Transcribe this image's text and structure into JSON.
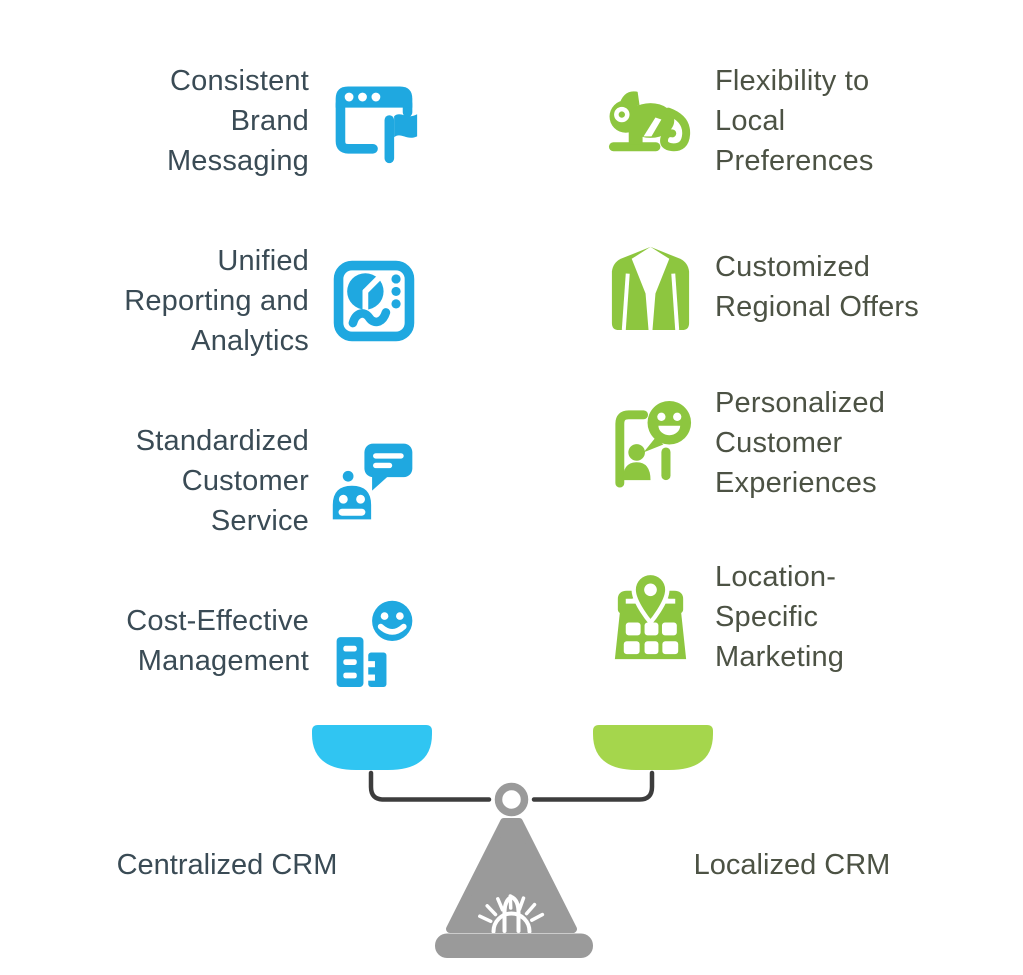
{
  "title": "Centralized CRM vs Localized CRM balance comparison",
  "colors": {
    "blue_icon": "#1FA8E0",
    "blue_pan": "#30C5F2",
    "green_icon": "#8DC63F",
    "green_pan": "#A5D64C",
    "left_text": "#3A4B55",
    "right_text": "#4C5244",
    "scale_gray": "#9A9A9A",
    "beam_dark": "#3D3D3D",
    "background": "#FFFFFF"
  },
  "left": {
    "label": "Centralized CRM",
    "items": [
      {
        "icon": "browser-flag-icon",
        "lines": [
          "Consistent",
          "Brand",
          "Messaging"
        ]
      },
      {
        "icon": "analytics-dashboard-icon",
        "lines": [
          "Unified",
          "Reporting and",
          "Analytics"
        ]
      },
      {
        "icon": "chatbot-icon",
        "lines": [
          "Standardized",
          "Customer",
          "Service"
        ]
      },
      {
        "icon": "buildings-smile-icon",
        "lines": [
          "Cost-Effective",
          "Management"
        ]
      }
    ]
  },
  "right": {
    "label": "Localized CRM",
    "items": [
      {
        "icon": "chameleon-icon",
        "lines": [
          "Flexibility to",
          "Local",
          "Preferences"
        ]
      },
      {
        "icon": "blazer-icon",
        "lines": [
          "Customized",
          "Regional Offers"
        ]
      },
      {
        "icon": "customer-chat-icon",
        "lines": [
          "Personalized",
          "Customer",
          "Experiences"
        ]
      },
      {
        "icon": "map-pin-icon",
        "lines": [
          "Location-",
          "Specific",
          "Marketing"
        ]
      }
    ]
  }
}
